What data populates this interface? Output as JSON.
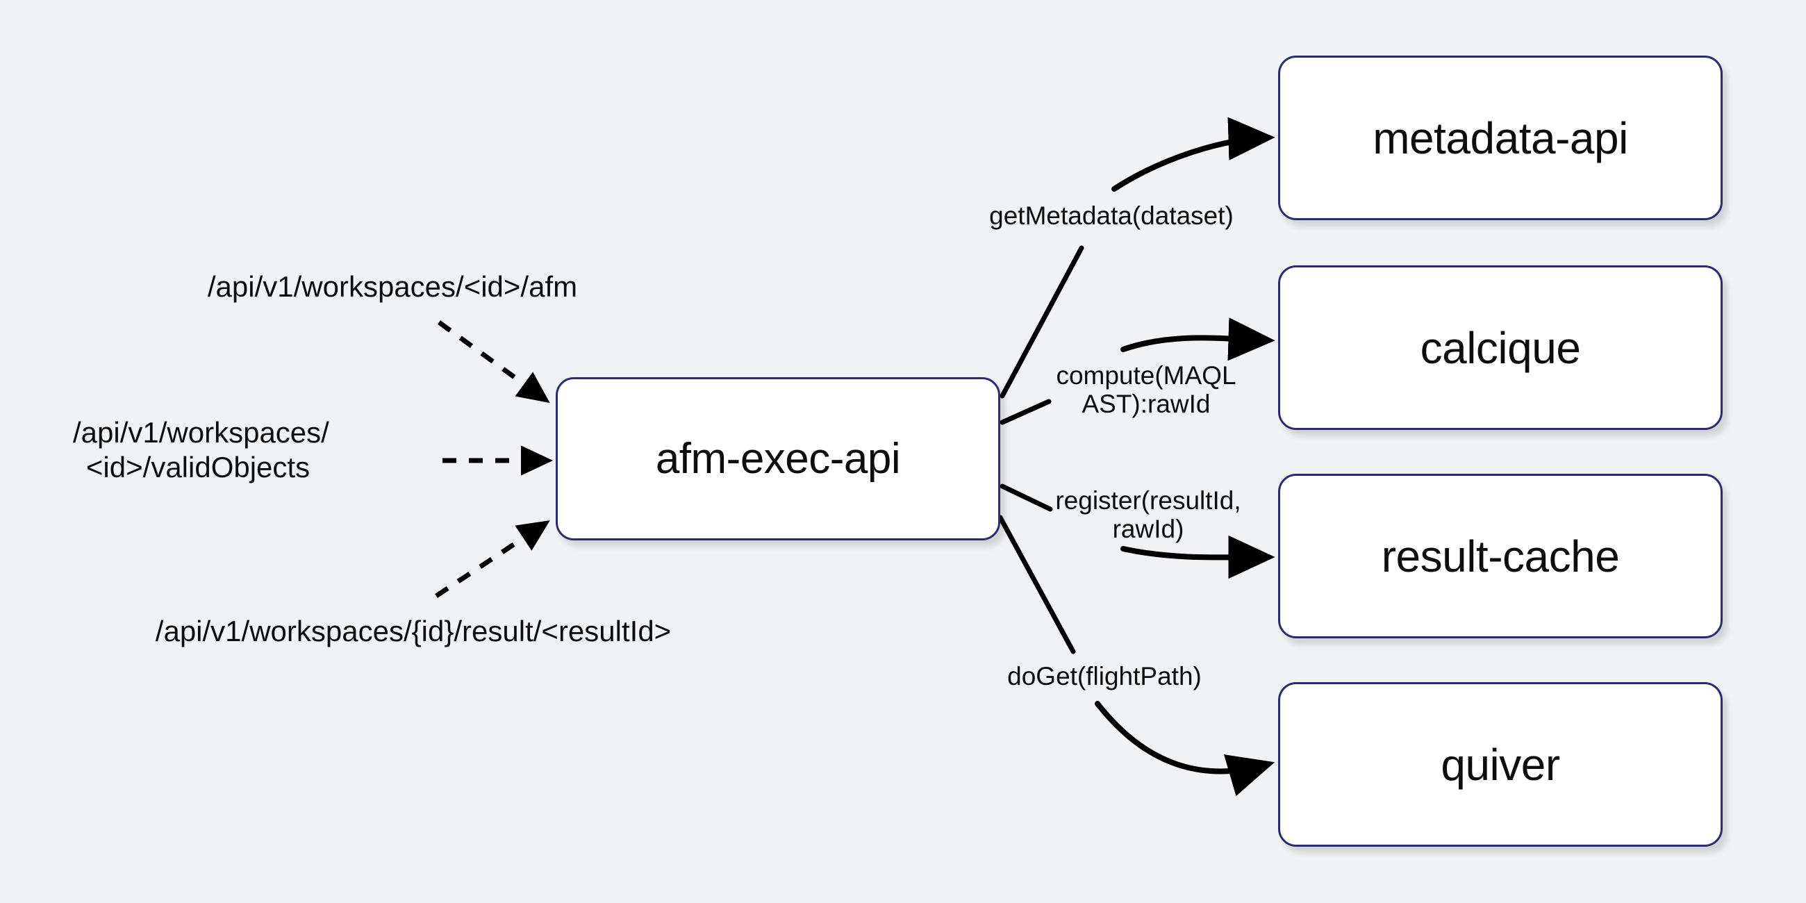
{
  "diagram": {
    "title": "afm-exec-api service interaction diagram",
    "background_color": "#f1f2f4",
    "node_border_color": "#2b2a75",
    "node_fill_color": "#ffffff",
    "edge_color": "#000000"
  },
  "center_node": {
    "label": "afm-exec-api",
    "name": "afm-exec-api"
  },
  "inbound_endpoints": [
    {
      "name": "afm-endpoint",
      "label": "/api/v1/workspaces/<id>/afm",
      "lines": [
        "/api/v1/workspaces/<id>/afm"
      ],
      "arrow_style": "dashed"
    },
    {
      "name": "valid-objects-endpoint",
      "label": "/api/v1/workspaces/<id>/validObjects",
      "lines": [
        "/api/v1/workspaces/",
        "<id>/validObjects"
      ],
      "arrow_style": "dashed"
    },
    {
      "name": "result-endpoint",
      "label": "/api/v1/workspaces/{id}/result/<resultId>",
      "lines": [
        "/api/v1/workspaces/{id}/result/<resultId>"
      ],
      "arrow_style": "dashed"
    }
  ],
  "downstream_services": [
    {
      "name": "metadata-api",
      "label": "metadata-api",
      "call": "getMetadata(dataset)",
      "call_lines": [
        "getMetadata(dataset)"
      ]
    },
    {
      "name": "calcique",
      "label": "calcique",
      "call": "compute(MAQL AST):rawId",
      "call_lines": [
        "compute(MAQL",
        "AST):rawId"
      ]
    },
    {
      "name": "result-cache",
      "label": "result-cache",
      "call": "register(resultId, rawId)",
      "call_lines": [
        "register(resultId,",
        "rawId)"
      ]
    },
    {
      "name": "quiver",
      "label": "quiver",
      "call": "doGet(flightPath)",
      "call_lines": [
        "doGet(flightPath)"
      ]
    }
  ]
}
